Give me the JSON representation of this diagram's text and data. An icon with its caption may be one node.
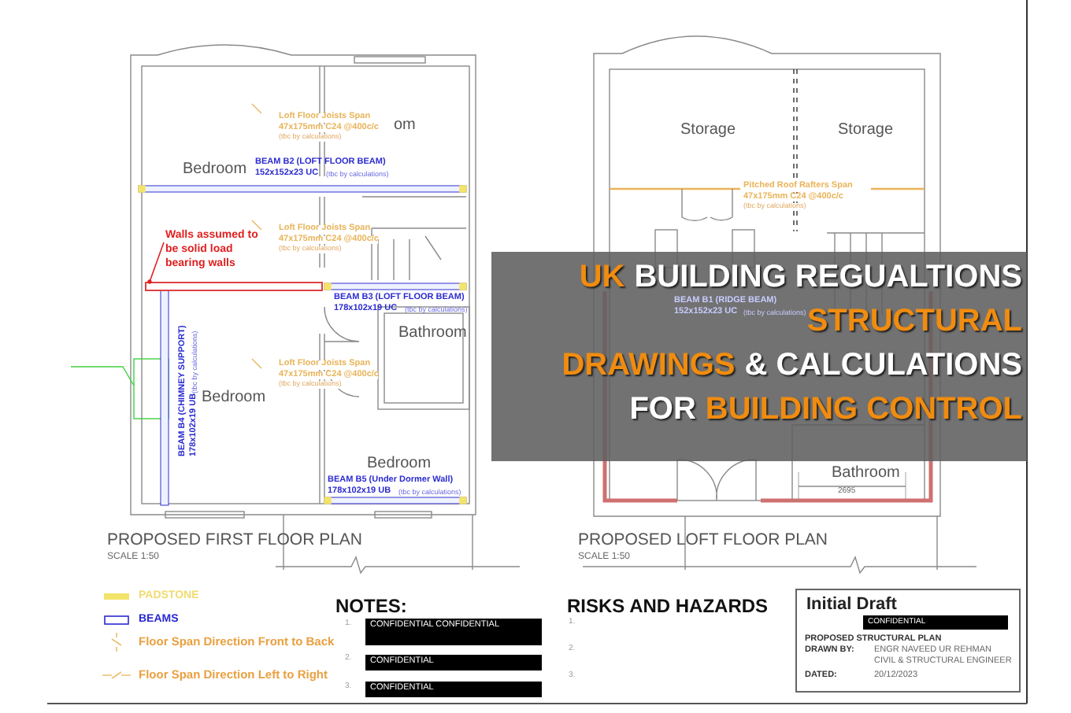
{
  "diagram": {
    "nodes": [
      {
        "text": [
          "Bedroom"
        ]
      },
      {
        "text": [
          "om"
        ]
      },
      {
        "text": [
          "Bathroom"
        ]
      },
      {
        "text": [
          "Bedroom"
        ]
      },
      {
        "text": [
          "Bedroom"
        ]
      },
      {
        "text": [
          "Storage"
        ]
      },
      {
        "text": [
          "Storage"
        ]
      },
      {
        "text": [
          "Bathroom"
        ]
      },
      {
        "text": [
          "Walls assumed to be solid load bearing walls"
        ]
      },
      {
        "text": [],
        "shape": "bar"
      },
      {
        "text": [
          "UK",
          "BUILDING REGUALTIONS",
          "STRUCTURAL",
          "DRAWINGS",
          "& CALCULATIONS",
          "FOR",
          "BUILDING CONTROL"
        ]
      },
      {
        "text": [
          "CONFIDENTIAL CONFIDENTIAL"
        ]
      },
      {
        "text": [
          "CONFIDENTIAL"
        ]
      },
      {
        "text": [
          "CONFIDENTIAL"
        ]
      },
      {
        "text": [
          "Initial Draft",
          "PROPOSED STRUCTURAL PLAN",
          "DRAWN BY:",
          "ENGR NAVEED UR REHMAN",
          "CIVIL & STRUCTURAL ENGINEER",
          "DATED:",
          "20/12/2023"
        ]
      },
      {
        "text": [
          "CONFIDENTIAL"
        ],
        "in": 14
      }
    ],
    "edges": [
      {
        "from": 8,
        "to": 9,
        "arrow": "other"
      }
    ],
    "labels": [
      "Loft Floor Joists Span",
      "47x175mm C24 @400c/c",
      "(tbc by calculations)",
      "BEAM B2 (LOFT FLOOR BEAM)",
      "152x152x23 UC",
      "(tbc by calculations)",
      "Loft Floor Joists Span",
      "47x175mm C24 @400c/c",
      "(tbc by calculations)",
      "BEAM B3 (LOFT FLOOR BEAM)",
      "178x102x19 UC",
      "(tbc by calculations)",
      "Loft Floor Joists Span",
      "47x175mm C24 @400c/c",
      "(tbc by calculations)",
      "BEAM B4 (CHIMNEY SUPPORT)",
      "178x102x19 UB",
      "(tbc by calculations)",
      "BEAM B5 (Under Dormer Wall)",
      "178x102x19 UB",
      "(tbc by calculations)",
      "Pitched Roof Rafters Span",
      "47x175mm C24 @400c/c",
      "(tbc by calculations)",
      "BEAM B1 (RIDGE BEAM)",
      "152x152x23 UC",
      "(tbc by calculations)",
      "2695",
      "PROPOSED FIRST FLOOR PLAN",
      "SCALE 1:50",
      "PROPOSED LOFT FLOOR PLAN",
      "SCALE 1:50",
      "NOTES:",
      "1.",
      "2.",
      "3.",
      "RISKS AND HAZARDS",
      "1.",
      "2.",
      "3."
    ],
    "legend": [
      {
        "text": "PADSTONE",
        "color": "#f3e36b"
      },
      {
        "text": "BEAMS"
      },
      {
        "text": "Floor Span Direction Front to Back"
      },
      {
        "text": "Floor Span Direction Left to Right"
      }
    ]
  }
}
